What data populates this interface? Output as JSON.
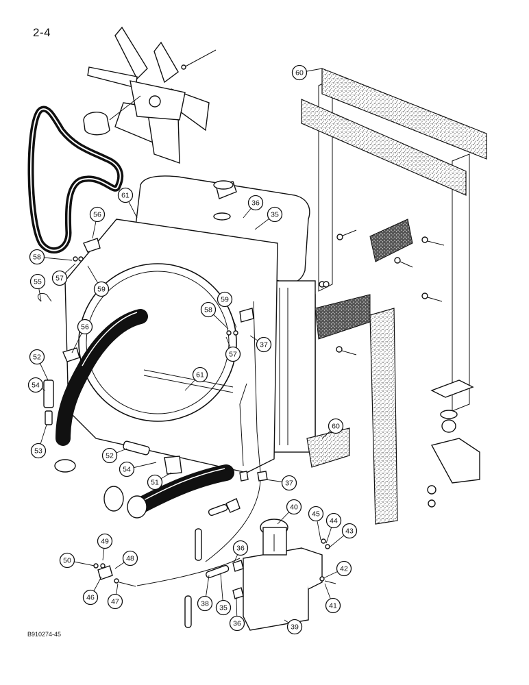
{
  "page_number": "2-4",
  "figure_code": "B910274-45",
  "callouts": [
    {
      "id": "c60a",
      "label": "60"
    },
    {
      "id": "c61a",
      "label": "61"
    },
    {
      "id": "c36a",
      "label": "36"
    },
    {
      "id": "c35a",
      "label": "35"
    },
    {
      "id": "c56a",
      "label": "56"
    },
    {
      "id": "c58a",
      "label": "58"
    },
    {
      "id": "c57a",
      "label": "57"
    },
    {
      "id": "c59a",
      "label": "59"
    },
    {
      "id": "c55",
      "label": "55"
    },
    {
      "id": "c56b",
      "label": "56"
    },
    {
      "id": "c59b",
      "label": "59"
    },
    {
      "id": "c58b",
      "label": "58"
    },
    {
      "id": "c37a",
      "label": "37"
    },
    {
      "id": "c57b",
      "label": "57"
    },
    {
      "id": "c52a",
      "label": "52"
    },
    {
      "id": "c54a",
      "label": "54"
    },
    {
      "id": "c61b",
      "label": "61"
    },
    {
      "id": "c53",
      "label": "53"
    },
    {
      "id": "c60b",
      "label": "60"
    },
    {
      "id": "c52b",
      "label": "52"
    },
    {
      "id": "c54b",
      "label": "54"
    },
    {
      "id": "c51",
      "label": "51"
    },
    {
      "id": "c37b",
      "label": "37"
    },
    {
      "id": "c40",
      "label": "40"
    },
    {
      "id": "c45",
      "label": "45"
    },
    {
      "id": "c44",
      "label": "44"
    },
    {
      "id": "c43",
      "label": "43"
    },
    {
      "id": "c49",
      "label": "49"
    },
    {
      "id": "c50",
      "label": "50"
    },
    {
      "id": "c48",
      "label": "48"
    },
    {
      "id": "c36b",
      "label": "36"
    },
    {
      "id": "c42",
      "label": "42"
    },
    {
      "id": "c46",
      "label": "46"
    },
    {
      "id": "c47",
      "label": "47"
    },
    {
      "id": "c41",
      "label": "41"
    },
    {
      "id": "c38",
      "label": "38"
    },
    {
      "id": "c35b",
      "label": "35"
    },
    {
      "id": "c36c",
      "label": "36"
    },
    {
      "id": "c39",
      "label": "39"
    }
  ]
}
